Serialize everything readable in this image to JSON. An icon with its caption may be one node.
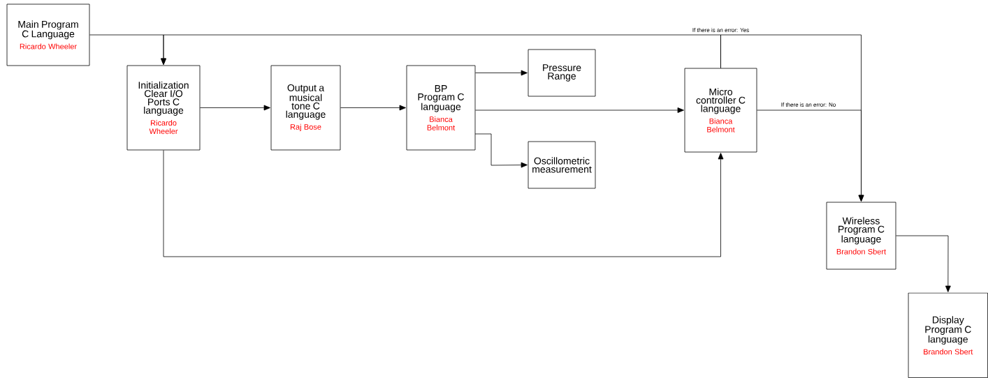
{
  "diagram": {
    "nodes": [
      {
        "text": [
          "Main Program C Language",
          "Ricardo Wheeler"
        ]
      },
      {
        "text": [
          "Initialization Clear I/O Ports C language",
          "Ricardo Wheeler"
        ]
      },
      {
        "text": [
          "Output a musical tone C language",
          "Raj Bose"
        ]
      },
      {
        "text": [
          "BP Program C language",
          "Bianca Belmont"
        ]
      },
      {
        "text": [
          "Pressure Range"
        ]
      },
      {
        "text": [
          "Oscillometric measurement"
        ]
      },
      {
        "text": [
          "Micro controller C language",
          "Bianca Belmont"
        ]
      },
      {
        "text": [
          "Wireless Program C language",
          "Brandon Sbert"
        ]
      },
      {
        "text": [
          "Display Program C language",
          "Brandon Sbert"
        ]
      }
    ],
    "edges": [
      {
        "from": 0,
        "to": 1,
        "arrow": "to"
      },
      {
        "from": 1,
        "to": 2,
        "arrow": "to"
      },
      {
        "from": 2,
        "to": 3,
        "arrow": "to"
      },
      {
        "from": 3,
        "to": 4,
        "arrow": "to"
      },
      {
        "from": 3,
        "to": 5,
        "arrow": "to"
      },
      {
        "from": 3,
        "to": 6,
        "arrow": "to"
      },
      {
        "from": 1,
        "to": 6,
        "arrow": "to"
      },
      {
        "from": 6,
        "to": 1,
        "arrow": "to",
        "label": "If there is an error: Yes"
      },
      {
        "from": 6,
        "to": 7,
        "arrow": "to"
      },
      {
        "from": 6,
        "to": 7,
        "arrow": "to",
        "label": "If there is an error: No"
      },
      {
        "from": 7,
        "to": 8,
        "arrow": "to"
      }
    ]
  }
}
